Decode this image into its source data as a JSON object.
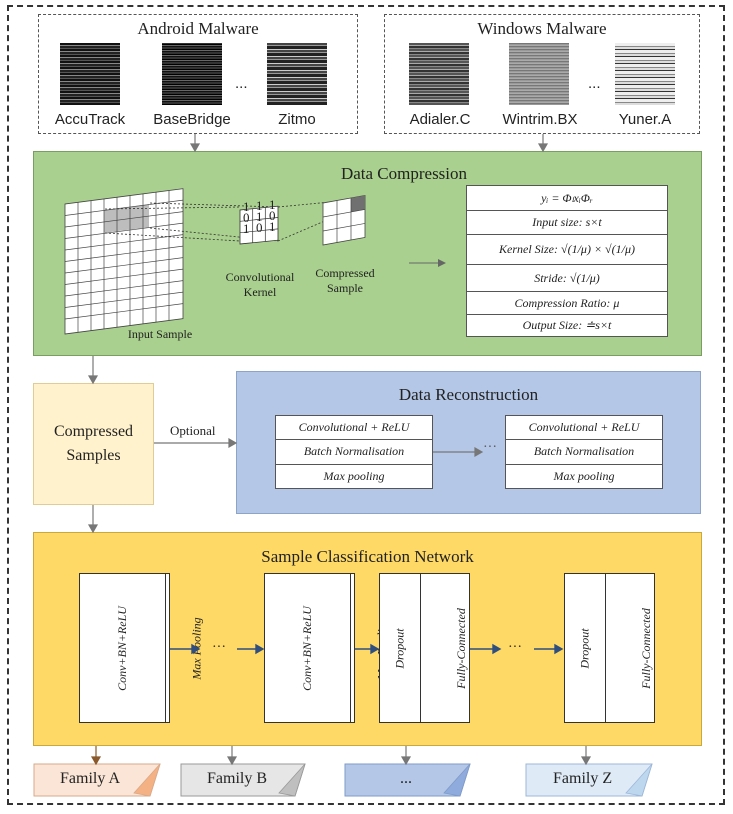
{
  "android": {
    "title": "Android Malware",
    "samples": [
      "AccuTrack",
      "BaseBridge",
      "Zitmo"
    ],
    "ellipsis": "..."
  },
  "windows": {
    "title": "Windows Malware",
    "samples": [
      "Adialer.C",
      "Wintrim.BX",
      "Yuner.A"
    ],
    "ellipsis": "..."
  },
  "compression": {
    "title": "Data Compression",
    "input_label": "Input Sample",
    "kernel_label_1": "Convolutional",
    "kernel_label_2": "Kernel",
    "compressed_label_1": "Compressed",
    "compressed_label_2": "Sample",
    "kernel_values": [
      "1",
      "1",
      "1",
      "0",
      "1",
      "0",
      "1",
      "0",
      "1"
    ],
    "params": {
      "formula": "yᵢ = ΦₗxᵢΦᵣ",
      "input_size": "Input size: s×t",
      "kernel_size_prefix": "Kernel Size:",
      "kernel_size_expr": "√(1/μ) × √(1/μ)",
      "stride_prefix": "Stride:",
      "stride_expr": "√(1/μ)",
      "compression_ratio": "Compression Ratio: μ",
      "output_size": "Output Size: ≐s×t"
    }
  },
  "compressed_samples": {
    "line1": "Compressed",
    "line2": "Samples",
    "optional": "Optional"
  },
  "reconstruction": {
    "title": "Data Reconstruction",
    "layers": [
      "Convolutional + ReLU",
      "Batch Normalisation",
      "Max pooling"
    ],
    "ellipsis": "···"
  },
  "classification": {
    "title": "Sample Classification Network",
    "conv_layers": [
      "Conv+BN+ReLU",
      "Max Pooling"
    ],
    "fc_layers": [
      "Dropout",
      "Fully-Connected"
    ],
    "ellipsis": "···"
  },
  "families": [
    "Family A",
    "Family B",
    "...",
    "Family Z"
  ],
  "colors": {
    "compression_bg": "#a9d08e",
    "reconstruction_bg": "#b4c7e7",
    "classification_bg": "#ffd966",
    "compressed_samples_bg": "#fff2cc",
    "family_a": "#fbe5d6",
    "family_b": "#e7e6e6",
    "family_dots": "#b4c7e7",
    "family_z": "#deebf7"
  }
}
